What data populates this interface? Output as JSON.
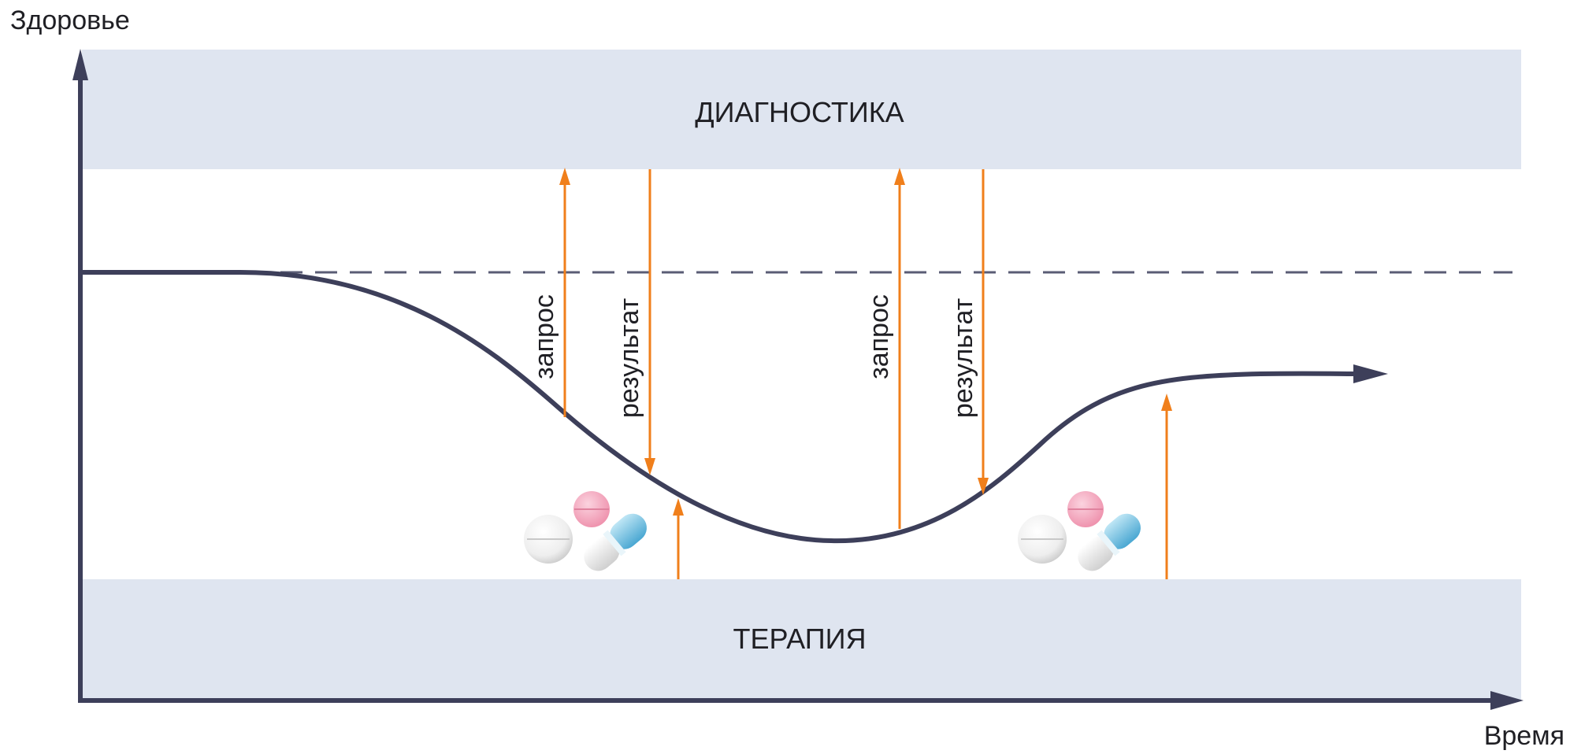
{
  "axes": {
    "y_label": "Здоровье",
    "x_label": "Время"
  },
  "bands": {
    "top": "ДИАГНОСТИКА",
    "bottom": "ТЕРАПИЯ"
  },
  "arrows": {
    "request_1": "запрос",
    "result_1": "результат",
    "request_2": "запрос",
    "result_2": "результат"
  },
  "colors": {
    "band": "#dfe5f0",
    "axis": "#3d3f5a",
    "arrow": "#f07f1b",
    "pill_pink": "#f29cb4",
    "pill_blue": "#6bb8da"
  },
  "icons": [
    "pills-icon",
    "pills-icon"
  ]
}
